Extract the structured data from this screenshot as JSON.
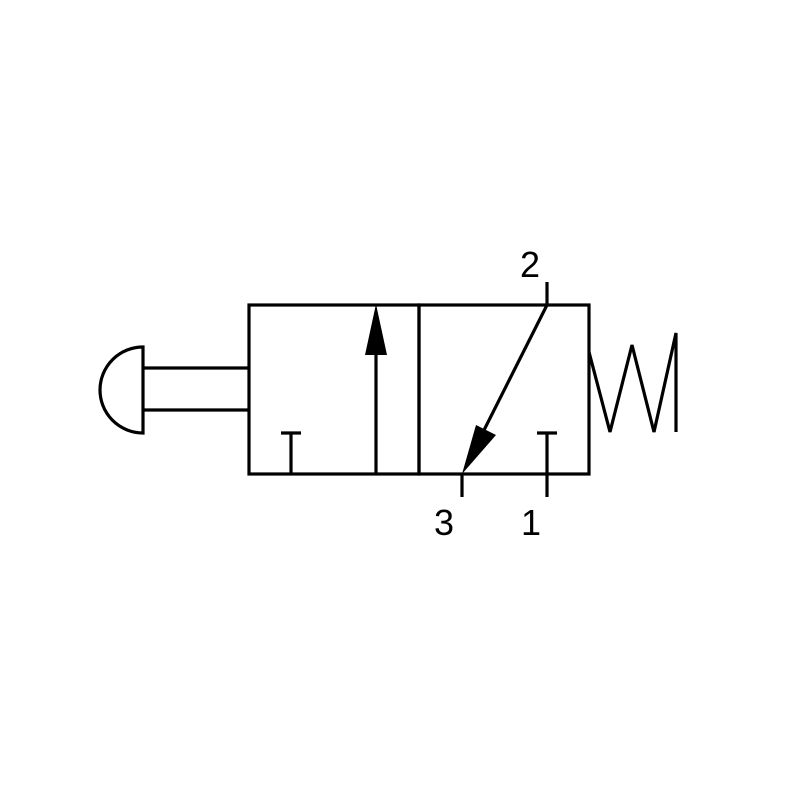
{
  "diagram": {
    "stroke_color": "#000000",
    "background_color": "#ffffff",
    "actuator": "push-button",
    "return": "spring",
    "ports": {
      "working": "2",
      "exhaust": "3",
      "supply": "1"
    }
  }
}
